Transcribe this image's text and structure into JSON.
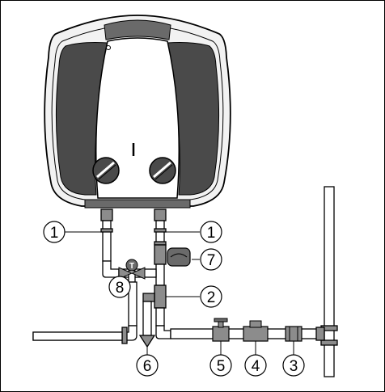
{
  "callouts": [
    {
      "id": "c1a",
      "label": "1"
    },
    {
      "id": "c1b",
      "label": "1"
    },
    {
      "id": "c7",
      "label": "7"
    },
    {
      "id": "c2",
      "label": "2"
    },
    {
      "id": "c8",
      "label": "8"
    },
    {
      "id": "c6",
      "label": "6"
    },
    {
      "id": "c5",
      "label": "5"
    },
    {
      "id": "c4",
      "label": "4"
    },
    {
      "id": "c3",
      "label": "3"
    }
  ],
  "valve_marker": "T",
  "colors": {
    "line": "#000000",
    "body_dark": "#4a4a4a",
    "body_mid": "#6a6a6a",
    "body_light": "#f2f2f2",
    "fitting": "#8c8c8c",
    "pipe": "#ffffff"
  }
}
